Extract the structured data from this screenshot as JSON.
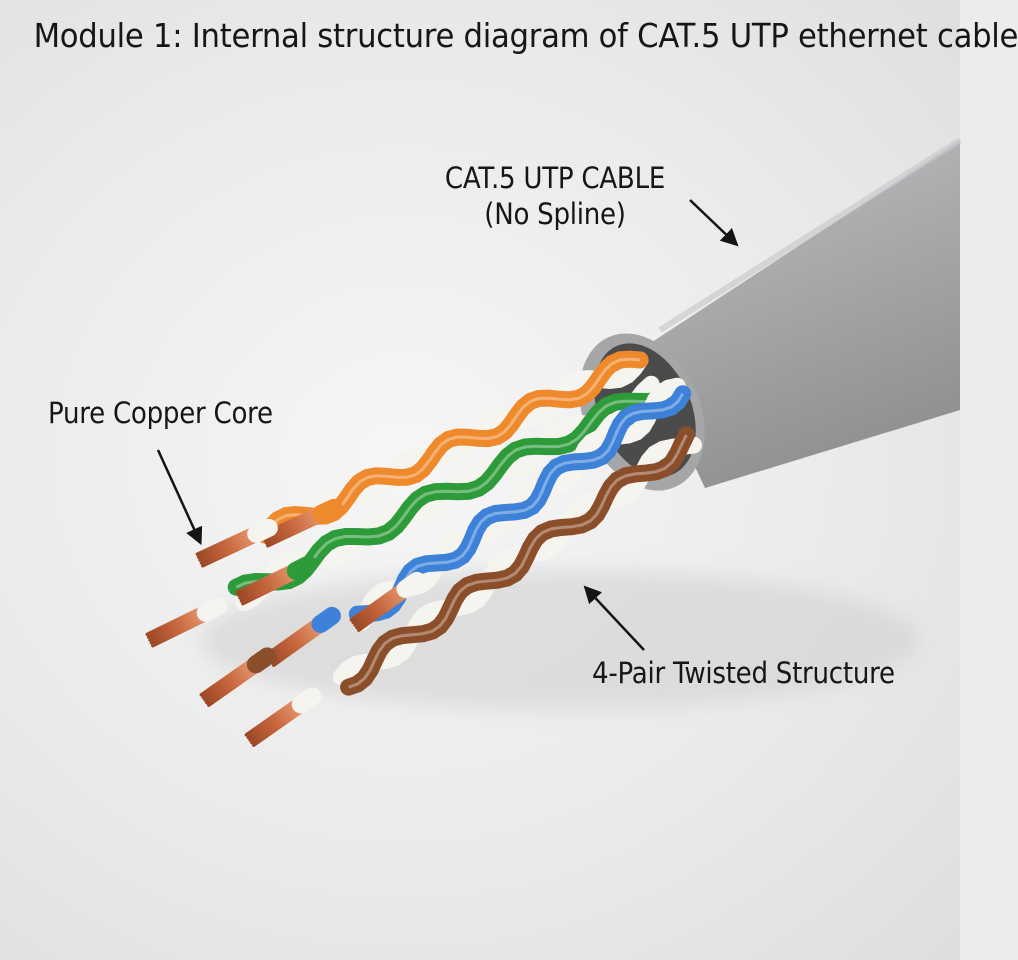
{
  "diagram": {
    "title": "Module 1: Internal structure diagram of CAT.5 UTP ethernet cable",
    "labels": {
      "cable_name": "CAT.5 UTP CABLE",
      "cable_note": "(No Spline)",
      "copper_core": "Pure Copper Core",
      "twisted_structure": "4-Pair Twisted Structure"
    }
  },
  "wire_pairs": [
    {
      "name": "orange",
      "color": "#ef8a2c"
    },
    {
      "name": "green",
      "color": "#2e9b3a"
    },
    {
      "name": "blue",
      "color": "#3d82d8"
    },
    {
      "name": "brown",
      "color": "#8a4e2a"
    }
  ],
  "colors": {
    "jacket": "#a9abad",
    "copper": "#c8673e",
    "stripe_white": "#f6f4ef",
    "arrow": "#141414"
  }
}
